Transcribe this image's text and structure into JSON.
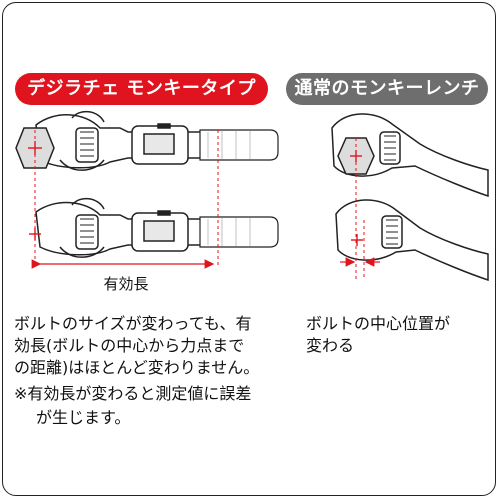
{
  "labels": {
    "left_title": "デジラチェ モンキータイプ",
    "right_title": "通常のモンキーレンチ",
    "effective_length": "有効長",
    "left_desc_line1": "ボルトのサイズが変わっても、有",
    "left_desc_line2": "効長(ボルトの中心から力点まで",
    "left_desc_line3": "の距離)はほとんど変わりません。",
    "note_line1": "※有効長が変わると測定値に誤差",
    "note_line2": "が生じます。",
    "right_desc_line1": "ボルトの中心位置が",
    "right_desc_line2": "変わる"
  },
  "colors": {
    "accent_red": "#e0141e",
    "gray": "#6e6e6e"
  }
}
